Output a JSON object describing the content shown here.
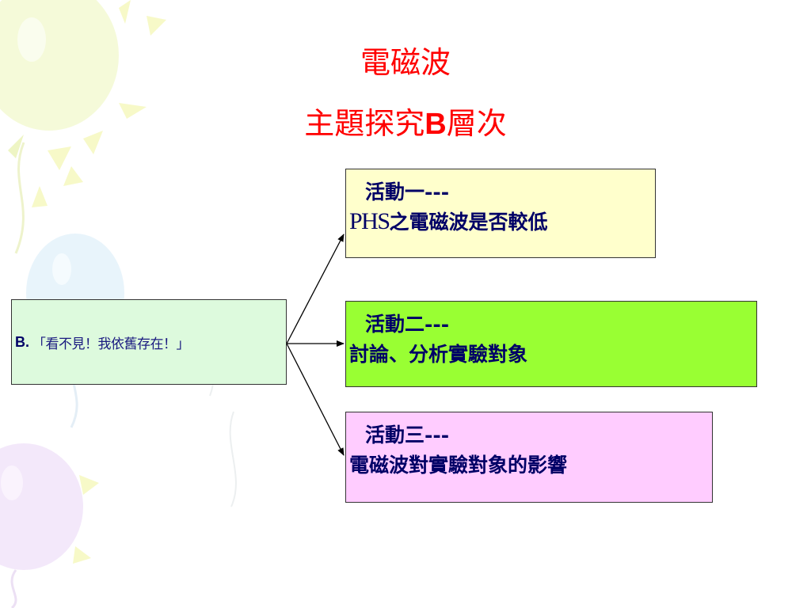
{
  "title": {
    "line1": "電磁波",
    "line2_pre": "主題探究",
    "line2_bold": "B",
    "line2_post": "層次"
  },
  "source": {
    "label": "B.",
    "quote": "「看不見！我依舊存在！」",
    "fill": "#ddfadd"
  },
  "activities": [
    {
      "heading": "活動一---",
      "desc_latin": "PHS",
      "desc": "之電磁波是否較低",
      "fill": "#ffffcc"
    },
    {
      "heading": "活動二---",
      "desc_latin": "",
      "desc": "討論、分析實驗對象",
      "fill": "#99ff33"
    },
    {
      "heading": "活動三---",
      "desc_latin": "",
      "desc": "電磁波對實驗對象的影響",
      "fill": "#ffccff"
    }
  ],
  "colors": {
    "title": "#ff0000",
    "text": "#000066"
  }
}
